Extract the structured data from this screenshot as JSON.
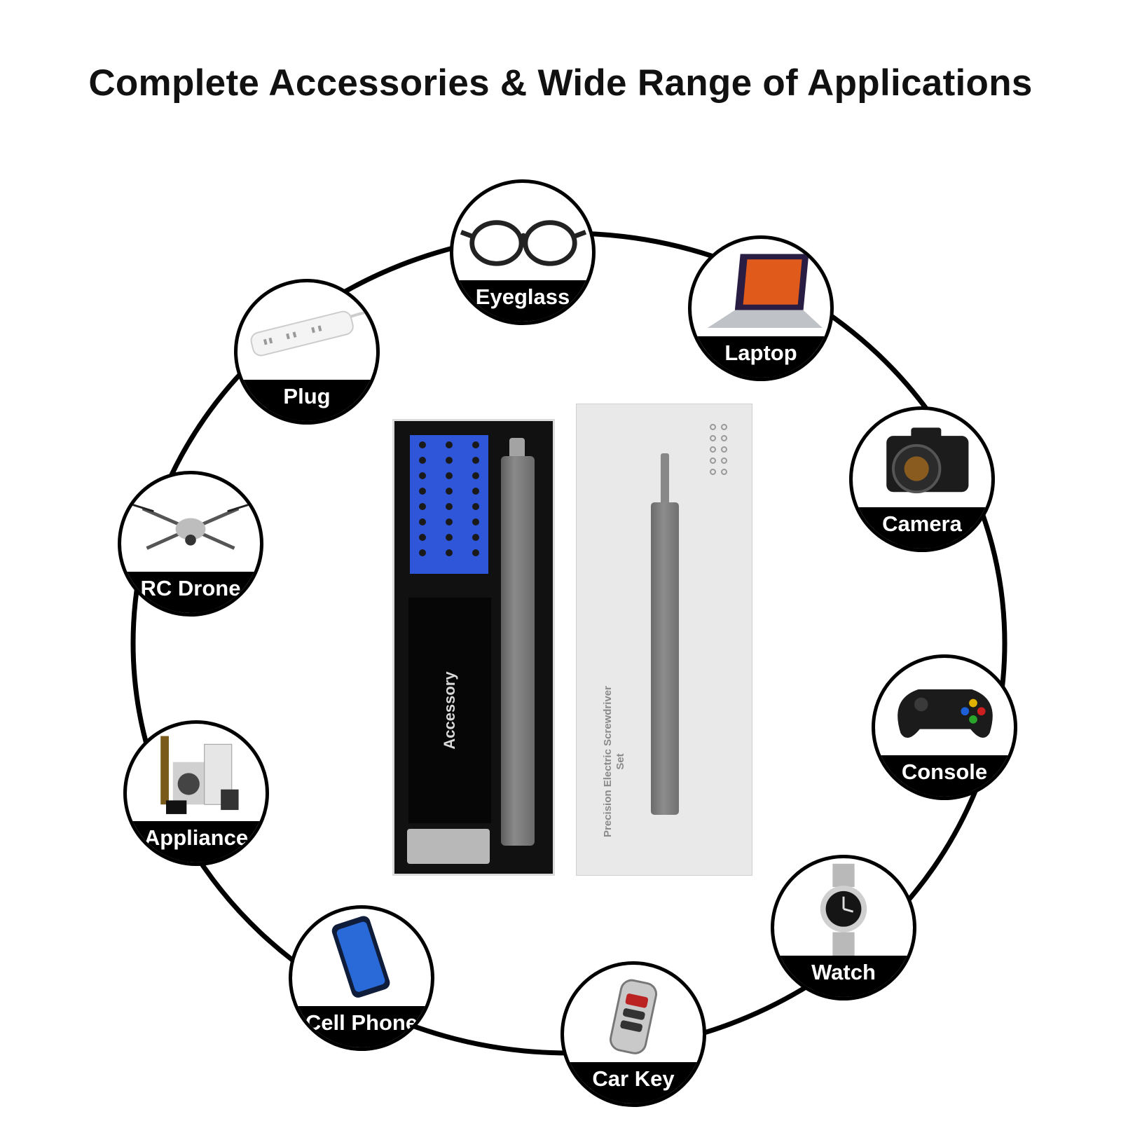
{
  "title": "Complete Accessories & Wide Range of Applications",
  "applications": [
    {
      "label": "Eyeglass",
      "icon": "eyeglasses-icon"
    },
    {
      "label": "Laptop",
      "icon": "laptop-icon"
    },
    {
      "label": "Camera",
      "icon": "camera-icon"
    },
    {
      "label": "Console",
      "icon": "game-controller-icon"
    },
    {
      "label": "Watch",
      "icon": "watch-icon"
    },
    {
      "label": "Car Key",
      "icon": "car-key-icon"
    },
    {
      "label": "Cell Phone",
      "icon": "cell-phone-icon"
    },
    {
      "label": "Appliance",
      "icon": "appliance-icon"
    },
    {
      "label": "RC Drone",
      "icon": "drone-icon"
    },
    {
      "label": "Plug",
      "icon": "power-strip-icon"
    }
  ],
  "product": {
    "accessory_label": "Accessory",
    "box_text": "Precision Electric Screwdriver Set"
  },
  "colors": {
    "ring": "#000000",
    "band": "#000000",
    "bit_holder": "#2f55d8"
  }
}
